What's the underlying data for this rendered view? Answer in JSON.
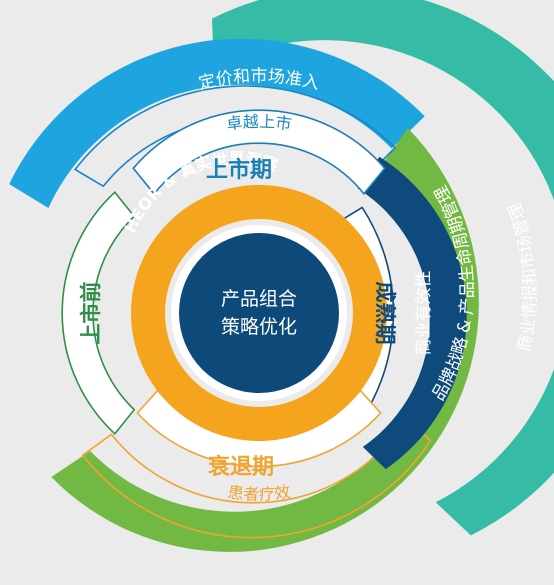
{
  "diagram": {
    "center": {
      "line1": "产品组合",
      "line2": "策略优化"
    },
    "inner_ring": {
      "label": "HEOR & 真实世界洞察"
    },
    "phases": {
      "pre_launch": "上市前",
      "launch": "上市期",
      "mature": "成熟期",
      "decline": "衰退期"
    },
    "bands": {
      "excellent_launch": "卓越上市",
      "pricing_access": "定价和市场准入",
      "commercial_effectiveness": "商业有效性",
      "patient_adherence": "患者疗效",
      "brand_lifecycle": "品牌战略 & 产品生命周期管理",
      "commercial_intelligence": "商业情报和市场管理"
    },
    "colors": {
      "background": "#ebebeb",
      "center_fill": "#0d4a7a",
      "inner_ring": "#f5a41e",
      "phase_green": "#2e8f4a",
      "phase_blue": "#1a7fb6",
      "phase_navy": "#0e4b7c",
      "phase_orange": "#f0a432",
      "pricing_band": "#1ea4df",
      "brand_band": "#72b943",
      "intel_band": "#36bba7"
    }
  }
}
